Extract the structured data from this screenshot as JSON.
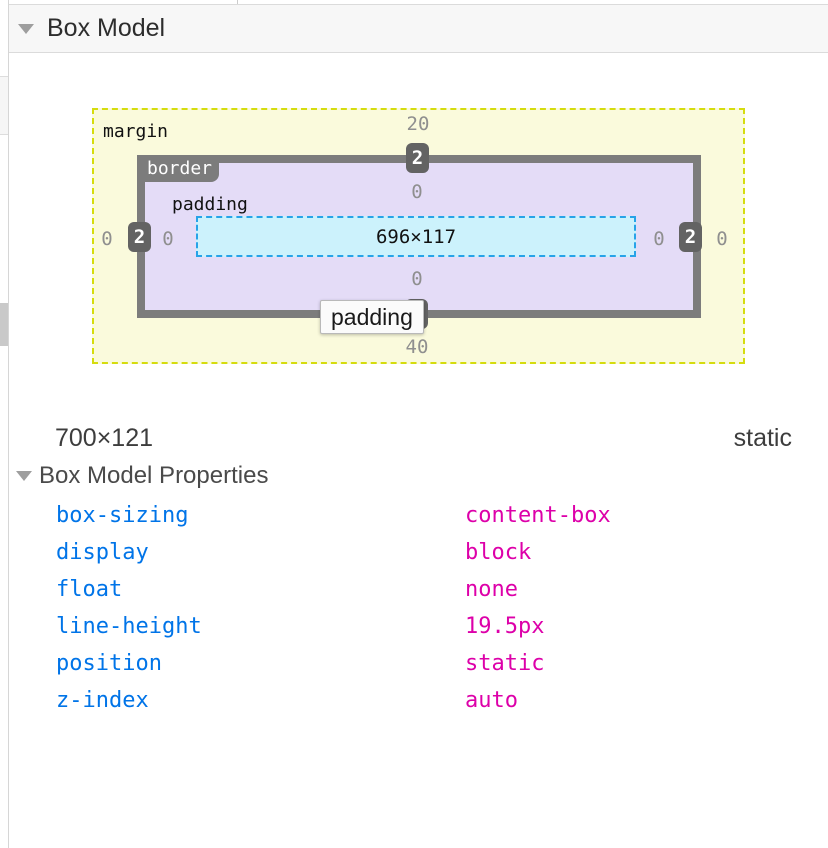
{
  "header": {
    "title": "Box Model"
  },
  "diagram": {
    "margin_label": "margin",
    "border_label": "border",
    "padding_label": "padding",
    "content_size": "696×117",
    "tooltip": "padding",
    "values": {
      "margin_top": "20",
      "margin_right": "0",
      "margin_bottom": "40",
      "margin_left": "0",
      "border_top": "2",
      "border_right": "2",
      "border_bottom": "2",
      "border_left": "2",
      "padding_top": "0",
      "padding_right": "0",
      "padding_bottom": "0",
      "padding_left": "0"
    },
    "colors": {
      "margin_bg": "#fafadc",
      "margin_dash": "#d5dc0e",
      "border_bg": "#7c7c7c",
      "padding_bg": "#e4dcf7",
      "content_bg": "#ccf2fc",
      "content_dash": "#27a3e8"
    }
  },
  "summary": {
    "dimensions": "700×121",
    "position": "static"
  },
  "properties_section": {
    "title": "Box Model Properties",
    "name_color": "#0074e8",
    "value_color": "#dd00a9",
    "properties": [
      {
        "name": "box-sizing",
        "value": "content-box"
      },
      {
        "name": "display",
        "value": "block"
      },
      {
        "name": "float",
        "value": "none"
      },
      {
        "name": "line-height",
        "value": "19.5px"
      },
      {
        "name": "position",
        "value": "static"
      },
      {
        "name": "z-index",
        "value": "auto"
      }
    ]
  }
}
